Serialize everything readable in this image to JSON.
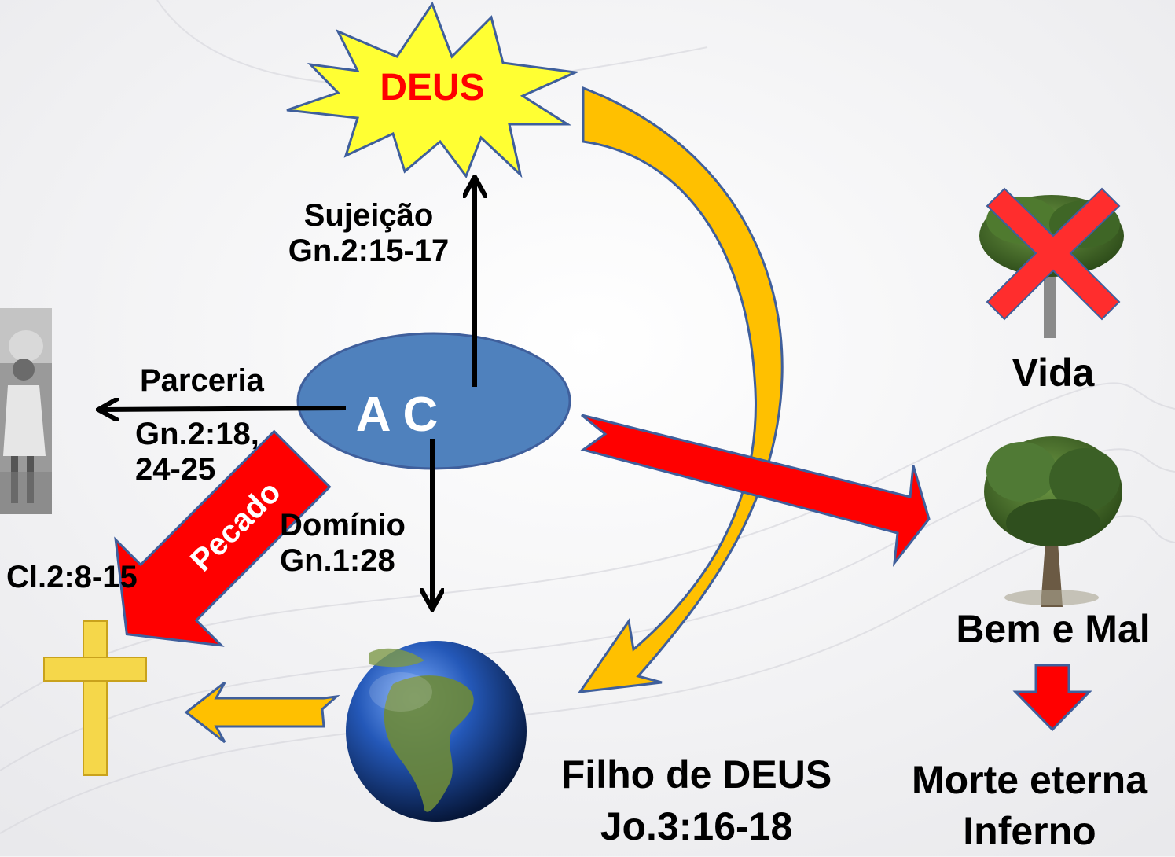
{
  "god": {
    "label": "DEUS",
    "label_color": "#ff0000",
    "fill": "#ffff33",
    "stroke": "#3f5f9c"
  },
  "center": {
    "label": "A C",
    "fill": "#4f81bd"
  },
  "subjection": {
    "title": "Sujeição",
    "ref": "Gn.2:15-17"
  },
  "partnership": {
    "title": "Parceria",
    "ref_line1": "Gn.2:18,",
    "ref_line2": "24-25"
  },
  "dominion": {
    "title": "Domínio",
    "ref": "Gn.1:28"
  },
  "sin": {
    "label": "Pecado",
    "color": "#ff0000"
  },
  "cross": {
    "ref": "Cl.2:8-15",
    "color": "#f5d74a"
  },
  "son": {
    "title": "Filho de DEUS",
    "ref": "Jo.3:16-18"
  },
  "trees": {
    "life": {
      "label": "Vida",
      "x_color": "#ff2d2d"
    },
    "good_evil": {
      "label": "Bem e Mal"
    }
  },
  "outcome": {
    "line1": "Morte eterna",
    "line2": "Inferno"
  },
  "colors": {
    "gold": "#ffc000",
    "dark_gold": "#c89600",
    "red": "#ff0000",
    "outline": "#3f5f9c"
  }
}
